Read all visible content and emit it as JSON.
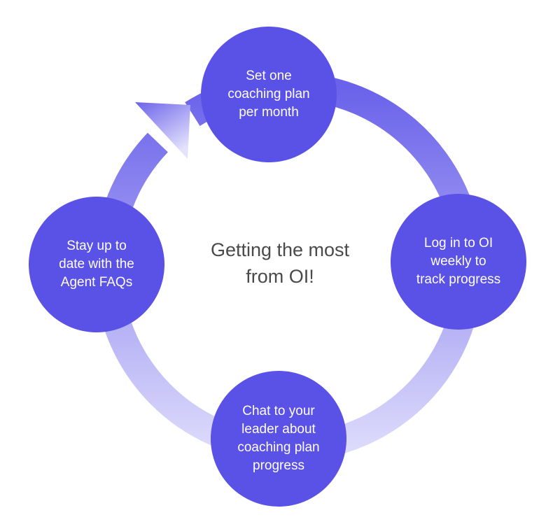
{
  "diagram": {
    "center_title": "Getting the most\nfrom OI!",
    "colors": {
      "node_fill": "#5a51e7",
      "ring_dark": "#6a62ea",
      "ring_light": "#dcdafb",
      "node_text": "#ffffff",
      "title_text": "#4a4a4a"
    },
    "steps": [
      {
        "label": "Set one\ncoaching plan\nper month"
      },
      {
        "label": "Log in to OI\nweekly to\ntrack progress"
      },
      {
        "label": "Chat to your\nleader about\ncoaching plan\nprogress"
      },
      {
        "label": "Stay up to\ndate with the\nAgent FAQs"
      }
    ],
    "arrow": "cycle-arrow-icon"
  }
}
